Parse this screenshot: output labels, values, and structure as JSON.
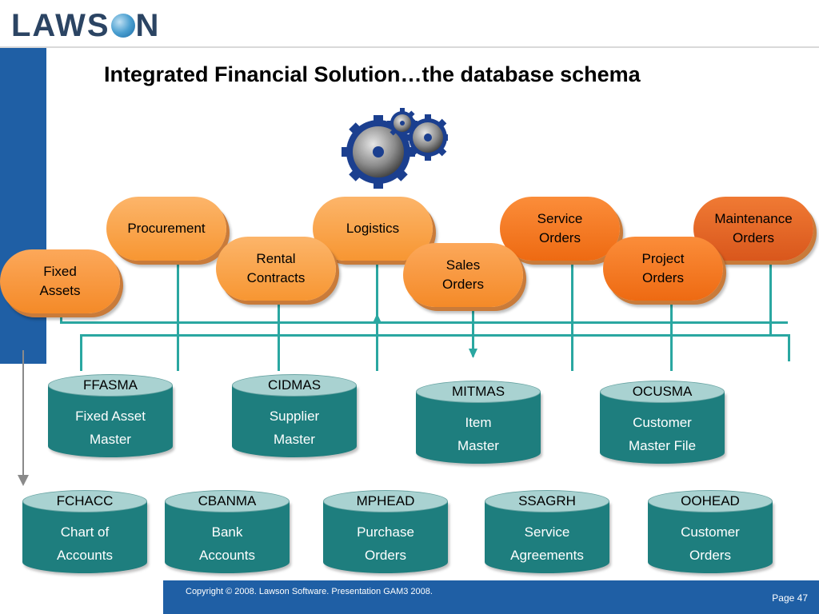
{
  "header": {
    "logo_text_left": "LAWS",
    "logo_text_right": "N",
    "title": "Integrated Financial Solution…the database schema"
  },
  "modules": [
    {
      "label": "Procurement"
    },
    {
      "label": "Logistics"
    },
    {
      "label": "Service\nOrders"
    },
    {
      "label": "Maintenance\nOrders"
    },
    {
      "label": "Fixed\nAssets"
    },
    {
      "label": "Rental\nContracts"
    },
    {
      "label": "Sales\nOrders"
    },
    {
      "label": "Project\nOrders"
    }
  ],
  "tables_row1": [
    {
      "code": "FFASMA",
      "desc": "Fixed Asset\nMaster"
    },
    {
      "code": "CIDMAS",
      "desc": "Supplier\nMaster"
    },
    {
      "code": "MITMAS",
      "desc": "Item\nMaster"
    },
    {
      "code": "OCUSMA",
      "desc": "Customer\nMaster File"
    }
  ],
  "tables_row2": [
    {
      "code": "FCHACC",
      "desc": "Chart of\nAccounts"
    },
    {
      "code": "CBANMA",
      "desc": "Bank\nAccounts"
    },
    {
      "code": "MPHEAD",
      "desc": "Purchase\nOrders"
    },
    {
      "code": "SSAGRH",
      "desc": "Service\nAgreements"
    },
    {
      "code": "OOHEAD",
      "desc": "Customer\nOrders"
    }
  ],
  "footer": {
    "copyright": "Copyright © 2008.  Lawson Software.  Presentation GAM3 2008.",
    "page": "Page 47"
  },
  "icons": {
    "gears": "gears-icon",
    "logo_globe": "globe-icon"
  },
  "colors": {
    "brand_blue": "#1f5fa5",
    "connector": "#2aa7a1",
    "cylinder": "#1e7e7e",
    "pill_orange": "#f79632"
  }
}
